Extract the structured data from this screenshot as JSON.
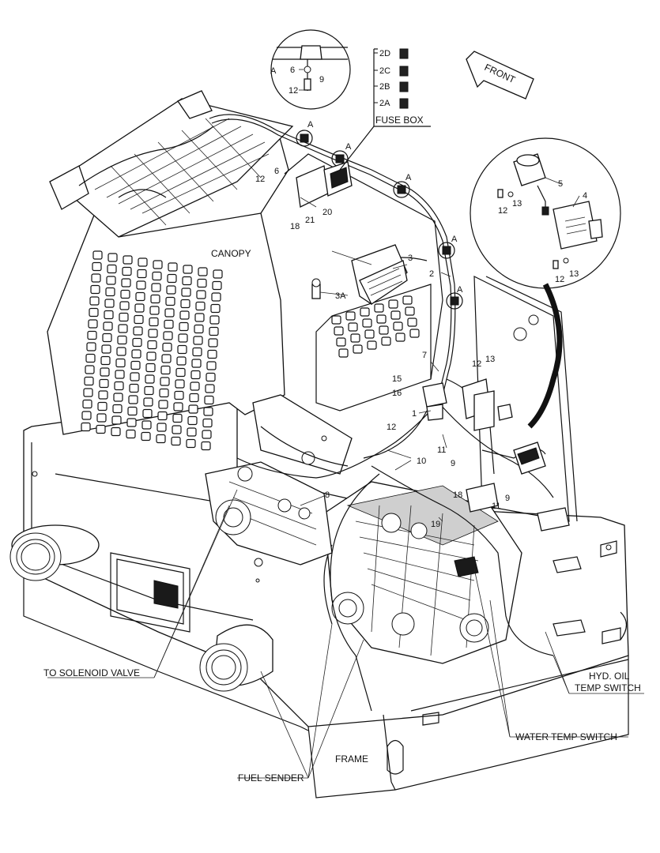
{
  "labels": {
    "canopy": "CANOPY",
    "fuse_box": "FUSE BOX",
    "front": "FRONT",
    "frame": "FRAME",
    "fuel_sender": "FUEL SENDER",
    "to_solenoid_valve": "TO SOLENOID VALVE",
    "water_temp_switch": "WATER TEMP SWITCH",
    "hyd_oil_line1": "HYD. OIL",
    "hyd_oil_line2": "TEMP SWITCH"
  },
  "fuses": [
    "2D",
    "2C",
    "2B",
    "2A"
  ],
  "detail_callouts": {
    "a": "A",
    "p6": "6",
    "p9": "9",
    "p12": "12"
  },
  "right_detail": {
    "p5": "5",
    "p4": "4",
    "p12a": "12",
    "p13a": "13",
    "p12b": "12",
    "p13b": "13"
  },
  "parts": {
    "p1": "1",
    "p2": "2",
    "p3": "3",
    "p3a": "3A",
    "p6": "6",
    "p7": "7",
    "p8": "8",
    "p9a": "9",
    "p9b": "9",
    "p10": "10",
    "p11a": "11",
    "p11b": "11",
    "p12a": "12",
    "p12b": "12",
    "p12c": "12",
    "p13": "13",
    "p15": "15",
    "p16": "16",
    "p18a": "18",
    "p18b": "18",
    "p19": "19",
    "p20": "20",
    "p21": "21",
    "a1": "A",
    "a2": "A",
    "a3": "A",
    "a4": "A",
    "a5": "A"
  }
}
